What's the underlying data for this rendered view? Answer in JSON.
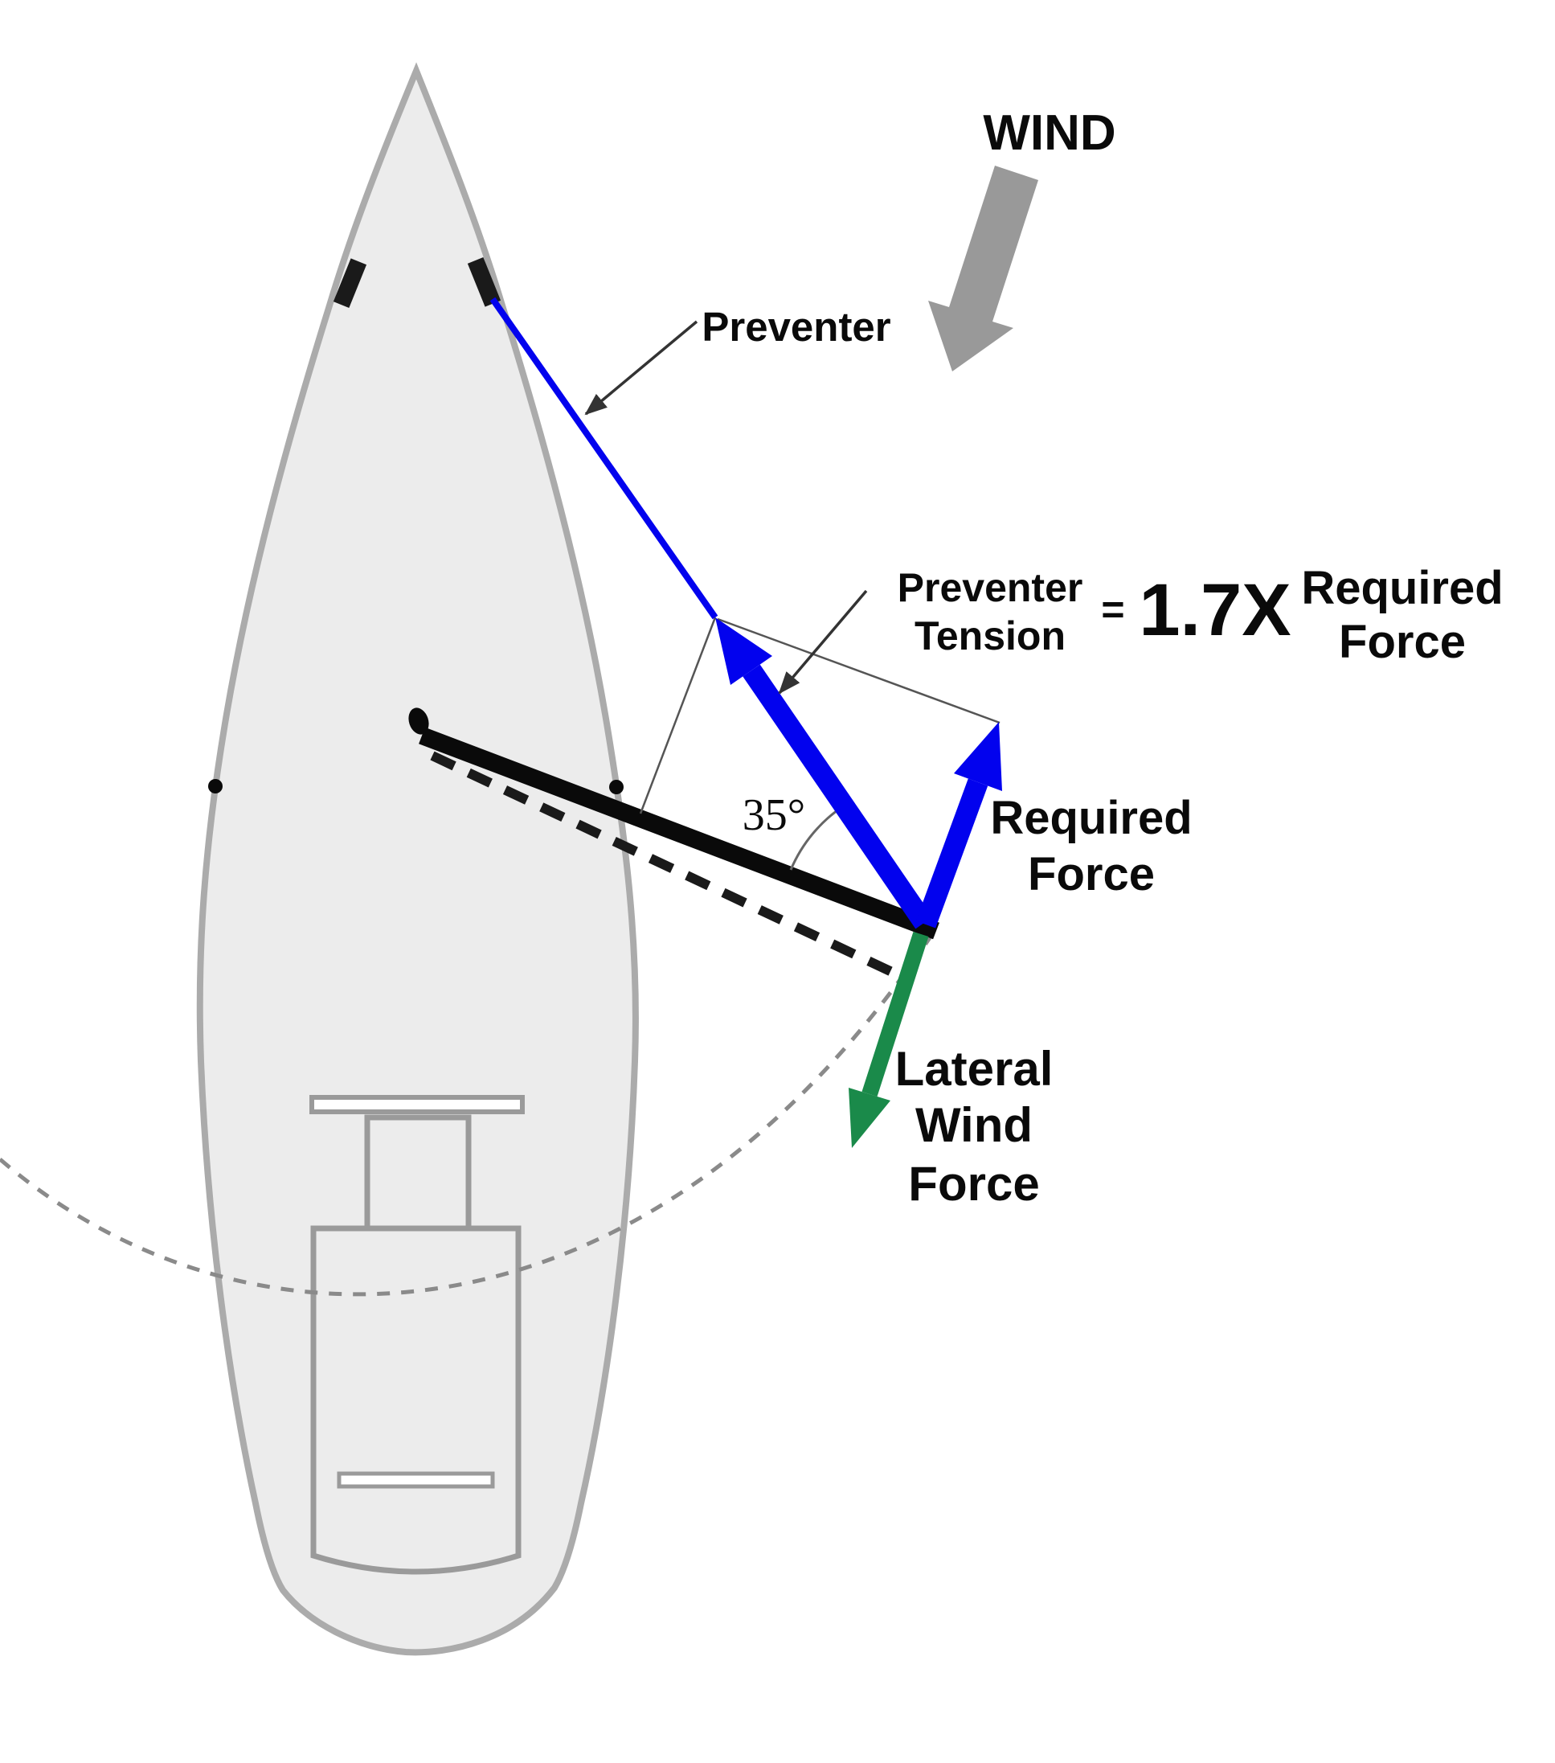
{
  "wind": {
    "label": "WIND"
  },
  "preventer": {
    "label": "Preventer"
  },
  "equation": {
    "lhs_line1": "Preventer",
    "lhs_line2": "Tension",
    "equals": "=",
    "coefficient": "1.7X",
    "rhs_line1": "Required",
    "rhs_line2": "Force"
  },
  "angle": {
    "label": "35°",
    "degrees": 35
  },
  "required_force": {
    "line1": "Required",
    "line2": "Force"
  },
  "lateral_wind_force": {
    "line1": "Lateral",
    "line2": "Wind",
    "line3": "Force"
  },
  "colors": {
    "preventer_blue": "#0202ee",
    "force_green": "#1a8a4a",
    "wind_gray": "#999999",
    "hull_fill": "#ececec",
    "hull_stroke": "#ababab",
    "boom_black": "#0a0a0a"
  }
}
